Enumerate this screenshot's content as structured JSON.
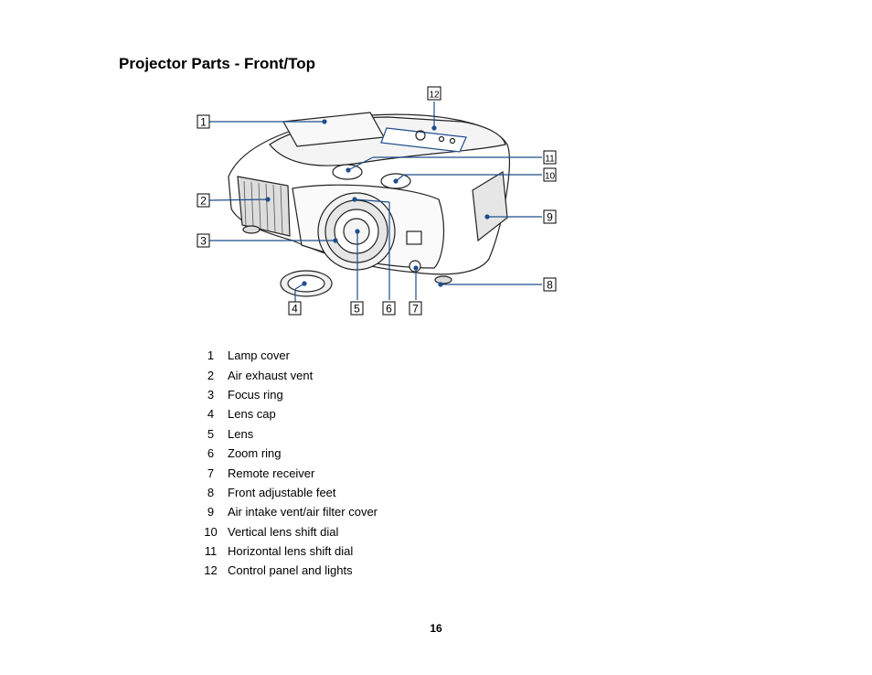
{
  "page": {
    "title": "Projector Parts - Front/Top",
    "page_number": "16"
  },
  "callouts": [
    "1",
    "2",
    "3",
    "4",
    "5",
    "6",
    "7",
    "8",
    "9",
    "10",
    "11",
    "12"
  ],
  "colors": {
    "callout_line": "#1f4e8c",
    "callout_box": "#000000"
  },
  "parts": [
    {
      "number": "1",
      "label": "Lamp cover"
    },
    {
      "number": "2",
      "label": "Air exhaust vent"
    },
    {
      "number": "3",
      "label": "Focus ring"
    },
    {
      "number": "4",
      "label": "Lens cap"
    },
    {
      "number": "5",
      "label": "Lens"
    },
    {
      "number": "6",
      "label": "Zoom ring"
    },
    {
      "number": "7",
      "label": "Remote receiver"
    },
    {
      "number": "8",
      "label": "Front adjustable feet"
    },
    {
      "number": "9",
      "label": "Air intake vent/air filter cover"
    },
    {
      "number": "10",
      "label": "Vertical lens shift dial"
    },
    {
      "number": "11",
      "label": "Horizontal lens shift dial"
    },
    {
      "number": "12",
      "label": "Control panel and lights"
    }
  ]
}
